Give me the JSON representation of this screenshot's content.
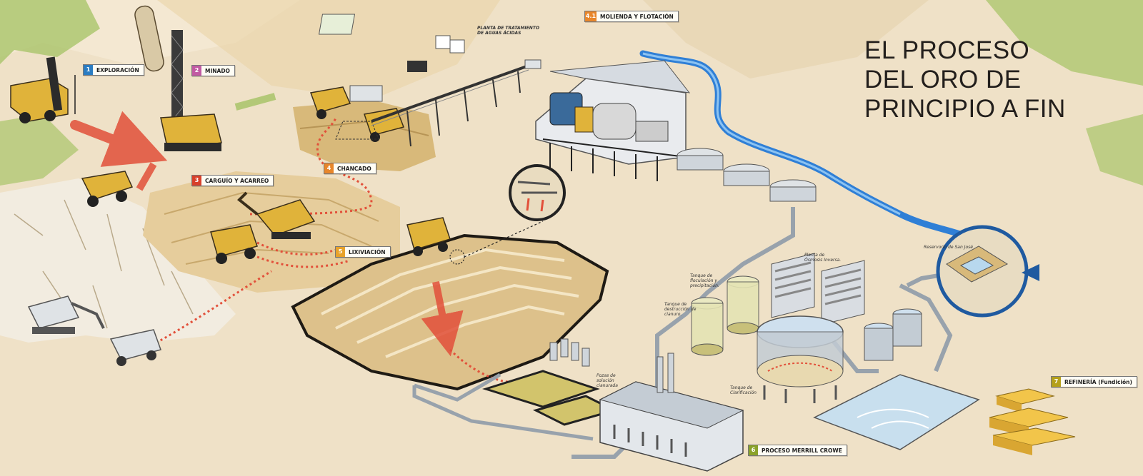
{
  "title": {
    "line1": "EL PROCESO",
    "line2": "DEL ORO DE",
    "line3": "PRINCIPIO A FIN"
  },
  "steps": [
    {
      "num": "1",
      "label": "EXPLORACIÓN",
      "color": "#2a7cc2"
    },
    {
      "num": "2",
      "label": "MINADO",
      "color": "#c25aa3"
    },
    {
      "num": "3",
      "label": "CARGUÍO Y ACARREO",
      "color": "#d8402a"
    },
    {
      "num": "4",
      "label": "CHANCADO",
      "color": "#e8862a"
    },
    {
      "num": "4.1",
      "label": "MOLIENDA Y FLOTACIÓN",
      "color": "#e8862a"
    },
    {
      "num": "5",
      "label": "LIXIVIACIÓN",
      "color": "#e8a22a"
    },
    {
      "num": "6",
      "label": "PROCESO MERRILL CROWE",
      "color": "#8aa22a"
    },
    {
      "num": "7",
      "label": "REFINERÍA (Fundición)",
      "color": "#b5a01a"
    }
  ],
  "notes": {
    "acid_plant_1": "PLANTA DE TRATAMIENTO",
    "acid_plant_2": "DE AGUAS ÁCIDAS",
    "ro_1": "Planta de",
    "ro_2": "Ósmosis Inversa.",
    "floc_1": "Tanque de",
    "floc_2": "floculación y",
    "floc_3": "precipitación.",
    "destr_1": "Tanque de",
    "destr_2": "destrucción de",
    "destr_3": "cianuro.",
    "pond_1": "Pozas de",
    "pond_2": "solución",
    "pond_3": "cianurada",
    "clar_1": "Tanque de",
    "clar_2": "Clarificación",
    "reservoir": "Reservorio de San José"
  },
  "colors": {
    "ground": "#efe1c7",
    "sand": "#e6cd9c",
    "pit_tan": "#d8b97a",
    "grass": "#a9c46a",
    "river": "#2f7fd6",
    "arrow_red": "#e2503a",
    "pipe": "#bfc7cf",
    "truck_yellow": "#e0b33a"
  }
}
